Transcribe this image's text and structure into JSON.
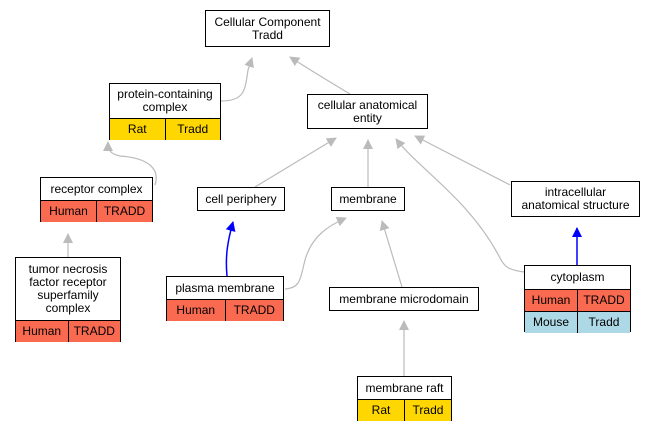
{
  "colors": {
    "Human": "#fa6a50",
    "Rat": "#ffd700",
    "Mouse": "#add8e6",
    "edge_gray": "#bbbbbb",
    "edge_blue": "#0000ff"
  },
  "nodes": {
    "root": {
      "lines": [
        "Cellular Component",
        "Tradd"
      ],
      "rows": []
    },
    "pcc": {
      "lines": [
        "protein-containing",
        "complex"
      ],
      "rows": [
        [
          "Rat",
          "Tradd"
        ]
      ]
    },
    "cae": {
      "lines": [
        "cellular anatomical",
        "entity"
      ],
      "rows": []
    },
    "rc": {
      "lines": [
        "receptor complex"
      ],
      "rows": [
        [
          "Human",
          "TRADD"
        ]
      ]
    },
    "cp": {
      "lines": [
        "cell periphery"
      ],
      "rows": []
    },
    "mem": {
      "lines": [
        "membrane"
      ],
      "rows": []
    },
    "ias": {
      "lines": [
        "intracellular",
        "anatomical structure"
      ],
      "rows": []
    },
    "tnf": {
      "lines": [
        "tumor necrosis",
        "factor receptor",
        "superfamily",
        "complex"
      ],
      "rows": [
        [
          "Human",
          "TRADD"
        ]
      ]
    },
    "pm": {
      "lines": [
        "plasma membrane"
      ],
      "rows": [
        [
          "Human",
          "TRADD"
        ]
      ]
    },
    "mmd": {
      "lines": [
        "membrane microdomain"
      ],
      "rows": []
    },
    "cyto": {
      "lines": [
        "cytoplasm"
      ],
      "rows": [
        [
          "Human",
          "TRADD"
        ],
        [
          "Mouse",
          "Tradd"
        ]
      ]
    },
    "raft": {
      "lines": [
        "membrane raft"
      ],
      "rows": [
        [
          "Rat",
          "Tradd"
        ]
      ]
    }
  },
  "edges": [
    {
      "from": "pcc",
      "to": "root",
      "color": "gray"
    },
    {
      "from": "cae",
      "to": "root",
      "color": "gray"
    },
    {
      "from": "rc",
      "to": "pcc",
      "color": "gray"
    },
    {
      "from": "tnf",
      "to": "rc",
      "color": "gray"
    },
    {
      "from": "cp",
      "to": "cae",
      "color": "gray"
    },
    {
      "from": "mem",
      "to": "cae",
      "color": "gray"
    },
    {
      "from": "ias",
      "to": "cae",
      "color": "gray"
    },
    {
      "from": "cyto",
      "to": "cae",
      "color": "gray"
    },
    {
      "from": "pm",
      "to": "cp",
      "color": "blue"
    },
    {
      "from": "pm",
      "to": "mem",
      "color": "gray"
    },
    {
      "from": "mmd",
      "to": "mem",
      "color": "gray"
    },
    {
      "from": "raft",
      "to": "mmd",
      "color": "gray"
    },
    {
      "from": "cyto",
      "to": "ias",
      "color": "blue"
    }
  ]
}
